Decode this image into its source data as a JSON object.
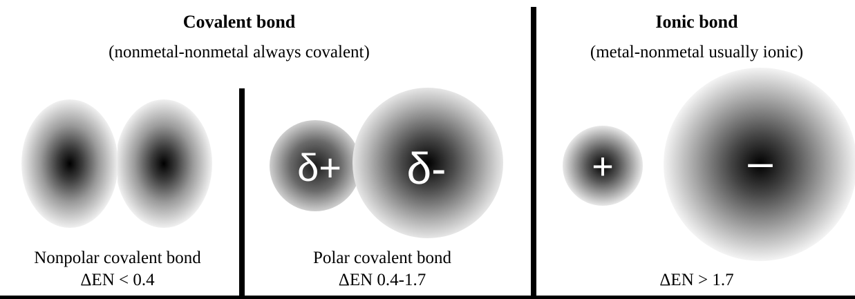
{
  "covalent": {
    "title": "Covalent bond",
    "subtitle": "(nonmetal-nonmetal always covalent)",
    "nonpolar": {
      "label": "Nonpolar covalent bond",
      "en": "ΔEN < 0.4"
    },
    "polar": {
      "label": "Polar covalent bond",
      "en": "ΔEN 0.4-1.7",
      "small_charge": "δ+",
      "large_charge": "δ-"
    }
  },
  "ionic": {
    "title": "Ionic bond",
    "subtitle": "(metal-nonmetal usually ionic)",
    "en": "ΔEN > 1.7",
    "cation_charge": "+",
    "anion_charge": "–"
  },
  "colors": {
    "line": "#000000",
    "charge_text": "#ffffff",
    "cloud_center": "#000000",
    "cloud_edge": "#f2f2f2"
  }
}
